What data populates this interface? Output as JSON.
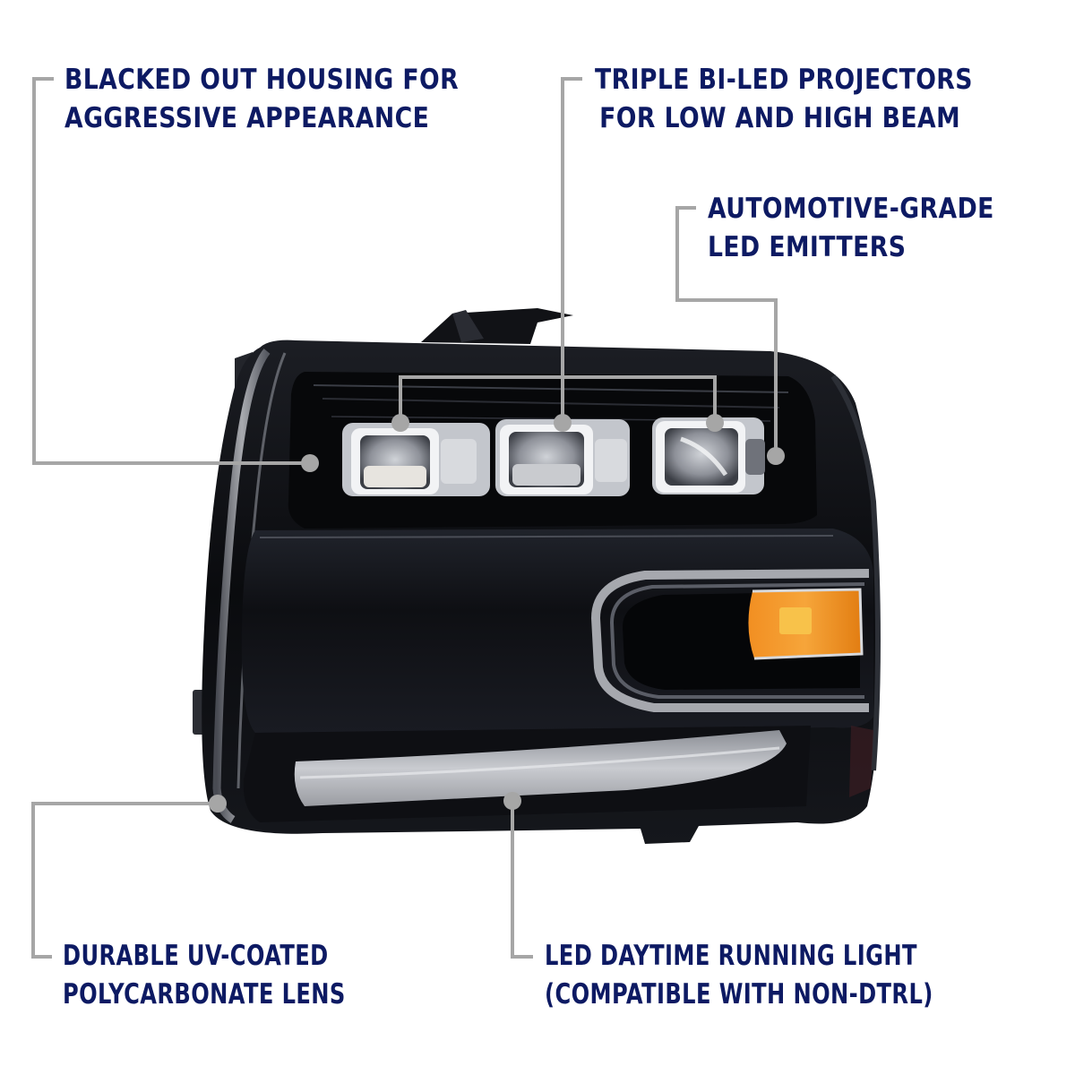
{
  "colors": {
    "text": "#0d1a63",
    "leader_line": "#a6a6a6",
    "background": "#ffffff",
    "housing": "#0b0c10",
    "amber": "#f08a1c"
  },
  "product": {
    "subject": "Blacked-out LED projector headlight assembly",
    "icon": "headlight-product-image"
  },
  "callouts": [
    {
      "id": "housing",
      "lines": [
        "BLACKED OUT HOUSING FOR",
        "AGGRESSIVE APPEARANCE"
      ]
    },
    {
      "id": "projectors",
      "lines": [
        "TRIPLE BI-LED PROJECTORS",
        "FOR LOW AND HIGH BEAM"
      ]
    },
    {
      "id": "emitters",
      "lines": [
        "AUTOMOTIVE-GRADE",
        "LED EMITTERS"
      ]
    },
    {
      "id": "lens",
      "lines": [
        "DURABLE UV-COATED",
        "POLYCARBONATE LENS"
      ]
    },
    {
      "id": "drl",
      "lines": [
        "LED DAYTIME RUNNING LIGHT",
        "(COMPATIBLE WITH NON-DTRL)"
      ]
    }
  ]
}
